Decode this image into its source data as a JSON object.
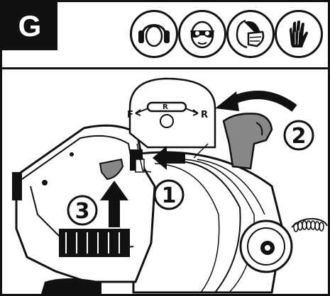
{
  "step": {
    "letter": "G"
  },
  "ppe_icons": [
    {
      "name": "hearing-protection-icon"
    },
    {
      "name": "safety-glasses-icon"
    },
    {
      "name": "dust-mask-icon"
    },
    {
      "name": "gloves-icon"
    }
  ],
  "switch_dial": {
    "forward_label": "F",
    "center_label": "R",
    "reverse_label": "R"
  },
  "callouts": [
    {
      "number": "1"
    },
    {
      "number": "2"
    },
    {
      "number": "3"
    }
  ]
}
